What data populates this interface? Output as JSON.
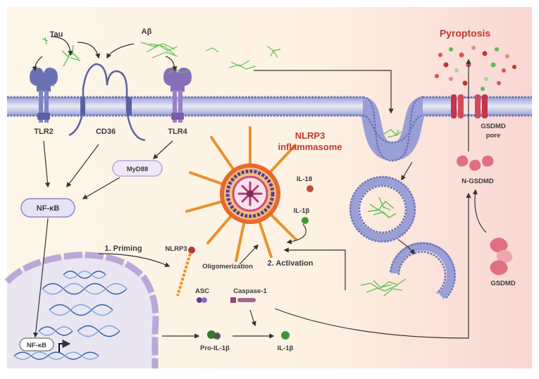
{
  "labels": {
    "tau": "Tau",
    "abeta": "Aβ",
    "tlr2": "TLR2",
    "cd36": "CD36",
    "tlr4": "TLR4",
    "myd88": "MyD88",
    "nfkb": "NF-κB",
    "nfkb_gene": "NF-κB",
    "nlrp3_title_1": "NLRP3",
    "nlrp3_title_2": "inflammasome",
    "il18": "IL-18",
    "il1b_top": "IL-1β",
    "priming": "1. Priming",
    "nlrp3": "NLRP3",
    "oligomerization": "Oligomerization",
    "activation": "2. Activation",
    "asc": "ASC",
    "caspase1": "Caspase-1",
    "pro_il1b": "Pro-IL-1β",
    "il1b": "IL-1β",
    "pyroptosis": "Pyroptosis",
    "gsdmd_pore_1": "GSDMD",
    "gsdmd_pore_2": "pore",
    "n_gsdmd": "N-GSDMD",
    "gsdmd": "GSDMD"
  },
  "colors": {
    "membrane": "#7b80c4",
    "receptor": "#6a72b3",
    "tlr4": "#8a6db8",
    "pore": "#c4344a",
    "filament": "#5cc152",
    "title_red": "#c0392b",
    "oligomer": "#e8912e",
    "il1b": "#3a9a3a",
    "il18": "#c05040",
    "gsdmd": "#e07080"
  }
}
